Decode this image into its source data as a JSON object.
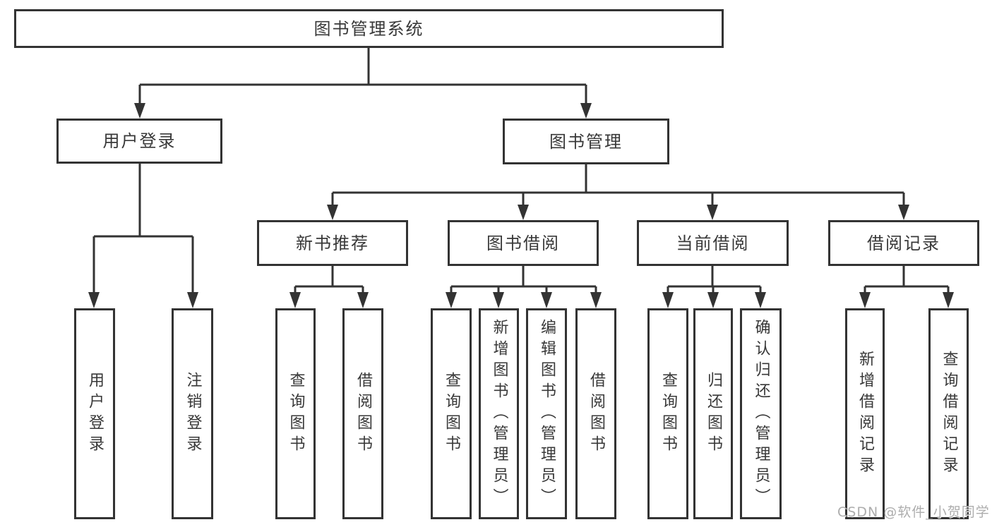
{
  "diagram": {
    "colors": {
      "line": "#333333",
      "text": "#383838",
      "box_background": "#ffffff",
      "page_background": "#ffffff",
      "watermark": "#9f9f9f"
    },
    "root": {
      "label": "图书管理系统"
    },
    "level2": [
      {
        "label": "用户登录"
      },
      {
        "label": "图书管理"
      }
    ],
    "level3": [
      {
        "label": "新书推荐"
      },
      {
        "label": "图书借阅"
      },
      {
        "label": "当前借阅"
      },
      {
        "label": "借阅记录"
      }
    ],
    "leaves": [
      "用户登录",
      "注销登录",
      "查询图书",
      "借阅图书",
      "查询图书",
      "新增图书（管理员）",
      "编辑图书（管理员）",
      "借阅图书",
      "查询图书",
      "归还图书",
      "确认归还（管理员）",
      "新增借阅记录",
      "查询借阅记录"
    ],
    "watermark": "CSDN @软件_小贺同学"
  }
}
